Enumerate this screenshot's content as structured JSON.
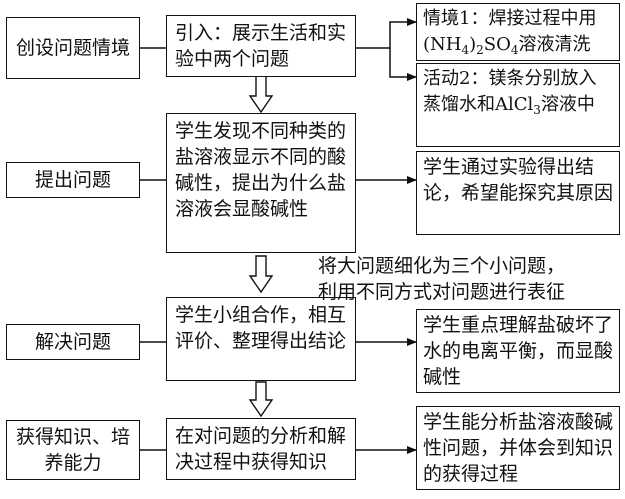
{
  "stages": [
    {
      "label": "创设问题情境"
    },
    {
      "label": "提出问题"
    },
    {
      "label": "解决问题"
    },
    {
      "label": "获得知识、培养能力"
    }
  ],
  "process": [
    {
      "text": "引入：展示生活和实验中两个问题"
    },
    {
      "text": "学生发现不同种类的盐溶液显示不同的酸碱性，提出为什么盐溶液会显酸碱性"
    },
    {
      "text": "学生小组合作，相互评价、整理得出结论"
    },
    {
      "text": "在对问题的分析和解决过程中获得知识"
    }
  ],
  "outcomes": [
    {
      "prefix": "情境1：焊接过程中用(NH",
      "sub1": "4",
      "mid": ")",
      "sub2": "2",
      "mid2": "SO",
      "sub3": "4",
      "suffix": "溶液清洗"
    },
    {
      "prefix": "活动2：镁条分别放入蒸馏水和AlCl",
      "sub1": "3",
      "suffix": "溶液中"
    },
    {
      "text": "学生通过实验得出结论，希望能探究其原因"
    },
    {
      "text": "学生重点理解盐破坏了水的电离平衡，而显酸碱性"
    },
    {
      "text": "学生能分析盐溶液酸碱性问题，并体会到知识的获得过程"
    }
  ],
  "transition_note": {
    "line1": "将大问题细化为三个小问题，",
    "line2": "利用不同方式对问题进行表征"
  }
}
